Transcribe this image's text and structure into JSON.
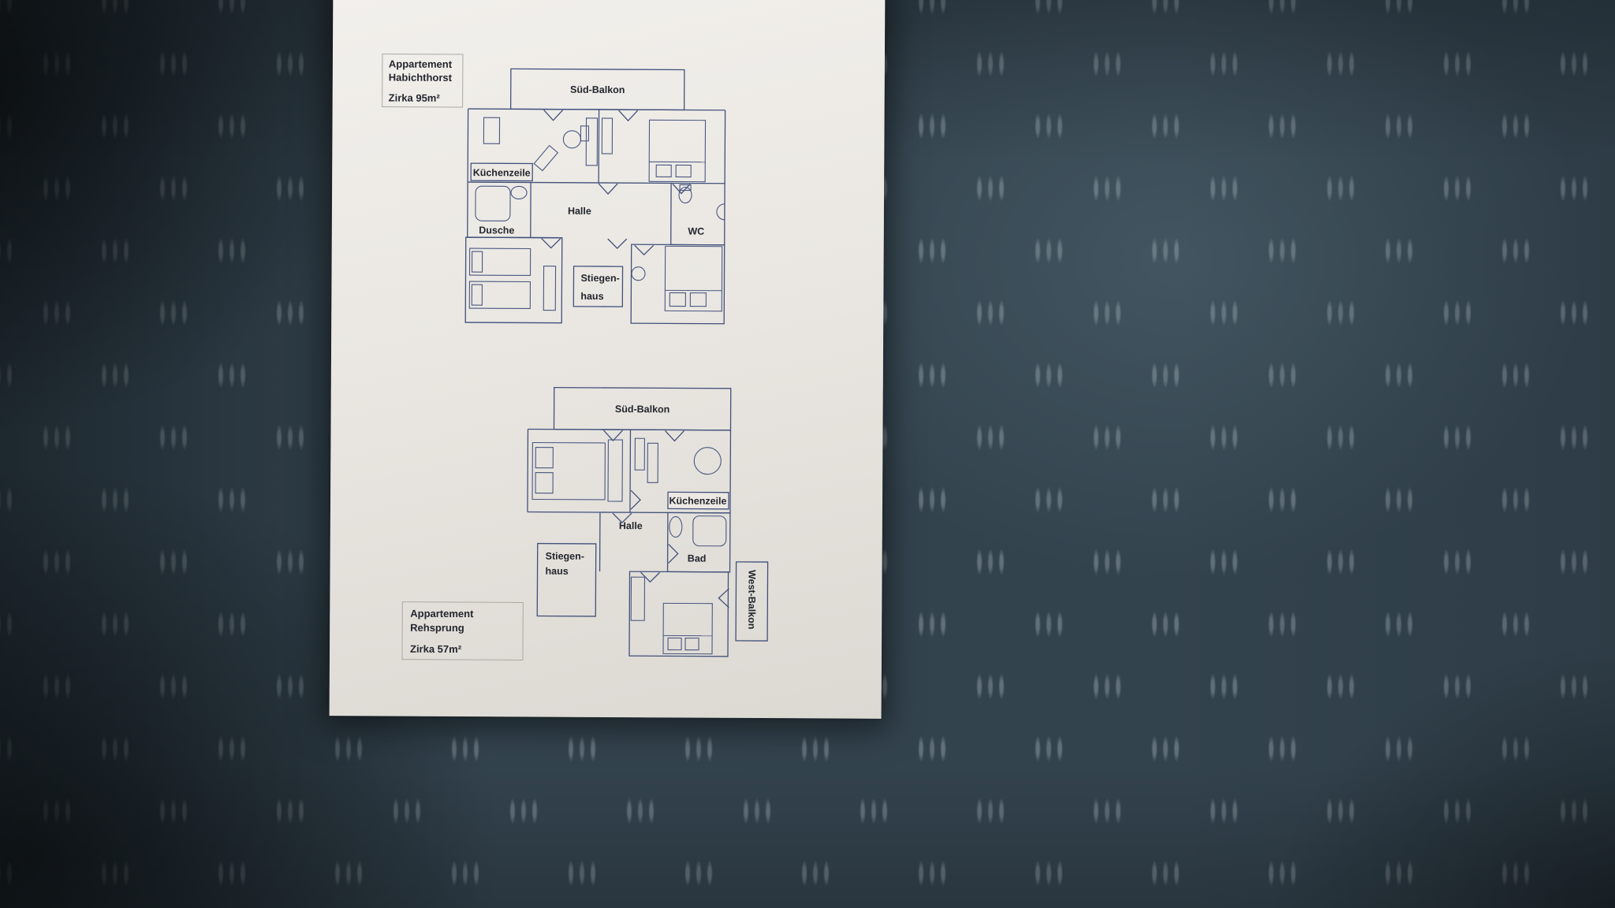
{
  "colors": {
    "carpet_base": "#33434e",
    "carpet_shadow": "#0b1114",
    "carpet_highlight": "#92b2c0",
    "paper": "#ece9e4",
    "plan_line": "#42507a",
    "label_text": "#23262e"
  },
  "plan_habichthorst": {
    "title_line1": "Appartement",
    "title_line2": "Habichthorst",
    "area": "Zirka 95m²",
    "labels": {
      "south_balcony": "Süd-Balkon",
      "kitchenette": "Küchenzeile",
      "shower": "Dusche",
      "hall": "Halle",
      "wc": "WC",
      "stairwell_line1": "Stiegen-",
      "stairwell_line2": "haus"
    }
  },
  "plan_rehsprung": {
    "title_line1": "Appartement",
    "title_line2": "Rehsprung",
    "area": "Zirka 57m²",
    "labels": {
      "south_balcony": "Süd-Balkon",
      "kitchenette": "Küchenzeile",
      "hall": "Halle",
      "bath": "Bad",
      "stairwell_line1": "Stiegen-",
      "stairwell_line2": "haus",
      "west_balcony": "West-Balkon"
    }
  }
}
